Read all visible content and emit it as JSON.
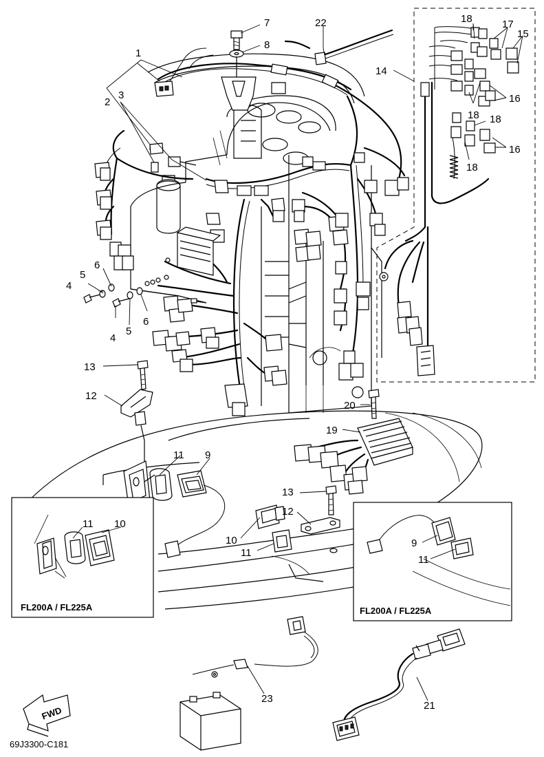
{
  "callouts": {
    "c1": "1",
    "c2": "2",
    "c3": "3",
    "c4a": "4",
    "c4b": "4",
    "c5a": "5",
    "c5b": "5",
    "c6a": "6",
    "c6b": "6",
    "c7": "7",
    "c8": "8",
    "c9a": "9",
    "c9b": "9",
    "c10a": "10",
    "c10b": "10",
    "c11a": "11",
    "c11b": "11",
    "c11c": "11",
    "c11d": "11",
    "c12a": "12",
    "c12b": "12",
    "c13a": "13",
    "c13b": "13",
    "c14": "14",
    "c15": "15",
    "c16a": "16",
    "c16b": "16",
    "c17": "17",
    "c18a": "18",
    "c18b": "18",
    "c18c": "18",
    "c18d": "18",
    "c19": "19",
    "c20": "20",
    "c21": "21",
    "c22": "22",
    "c23": "23"
  },
  "insets": {
    "left_caption": "FL200A / FL225A",
    "right_caption": "FL200A / FL225A"
  },
  "direction_label": "FWD",
  "diagram_code": "69J3300-C181"
}
